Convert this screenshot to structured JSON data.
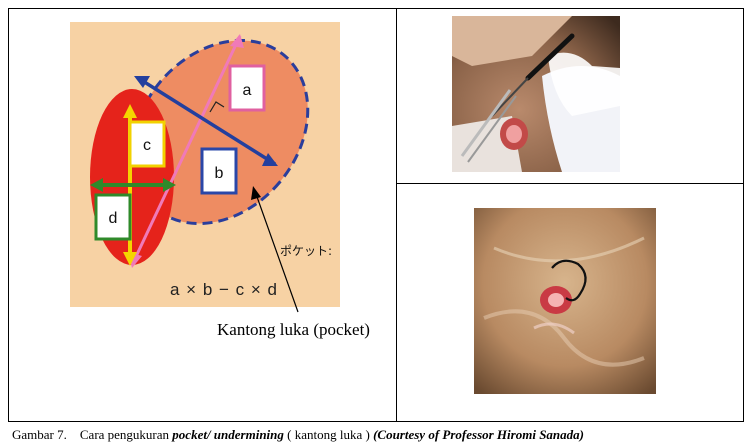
{
  "diagram": {
    "labels": {
      "a": "a",
      "b": "b",
      "c": "c",
      "d": "d"
    },
    "formula": "a × b − c × d",
    "pocket_jp": "ポケット:",
    "pocket_label": "Kantong luka (pocket)",
    "colors": {
      "background": "#f7d2a4",
      "pocket_ellipse": "#ee8c62",
      "outer_dash": "#2a3e9c",
      "red_zone": "#e5231b",
      "label_a": "#e060a0",
      "label_b": "#2a47a8",
      "label_c": "#f2d200",
      "label_d": "#2f8a2a",
      "arrow_pink": "#f07ab8",
      "arrow_yellow": "#f5d400",
      "arrow_green": "#2f8a2a",
      "arrow_blue": "#233f9e"
    }
  },
  "photos": {
    "top": {
      "subject": "clinician-measuring-wound-photo"
    },
    "bottom": {
      "subject": "pressure-ulcer-pocket-photo"
    }
  },
  "caption": {
    "prefix": "Gambar 7.",
    "text_plain": "Cara pengukuran",
    "text_italic": "pocket/ undermining",
    "text_paren": "( kantong luka )",
    "credit": "(Courtesy of Professor Hiromi Sanada)"
  }
}
